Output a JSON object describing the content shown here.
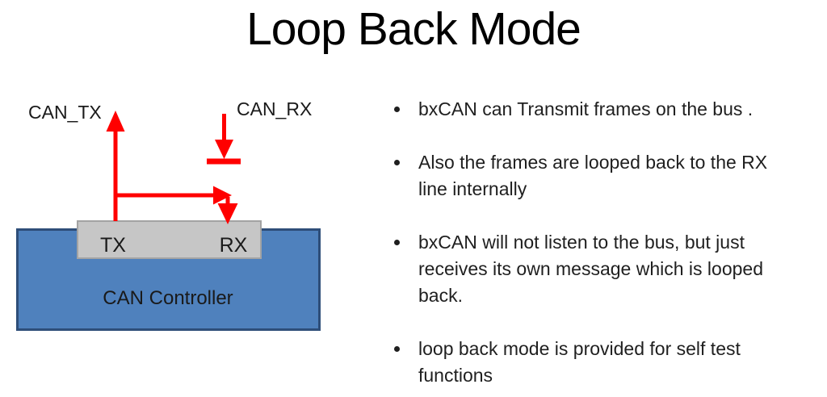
{
  "title": "Loop Back Mode",
  "diagram": {
    "can_tx_label": "CAN_TX",
    "can_rx_label": "CAN_RX",
    "tx_pin_label": "TX",
    "rx_pin_label": "RX",
    "controller_label": "CAN Controller",
    "colors": {
      "arrow": "#FF0000",
      "controller_fill": "#4F81BD",
      "controller_border": "#2E4E79",
      "pins_fill": "#C6C6C6",
      "pins_border": "#A3A3A3"
    }
  },
  "bullets": [
    "bxCAN can Transmit frames on the bus .",
    "Also the frames are looped back to the RX line internally",
    "bxCAN will not listen to the bus, but just receives its own message which is looped back.",
    "loop back mode is provided for self test functions"
  ]
}
